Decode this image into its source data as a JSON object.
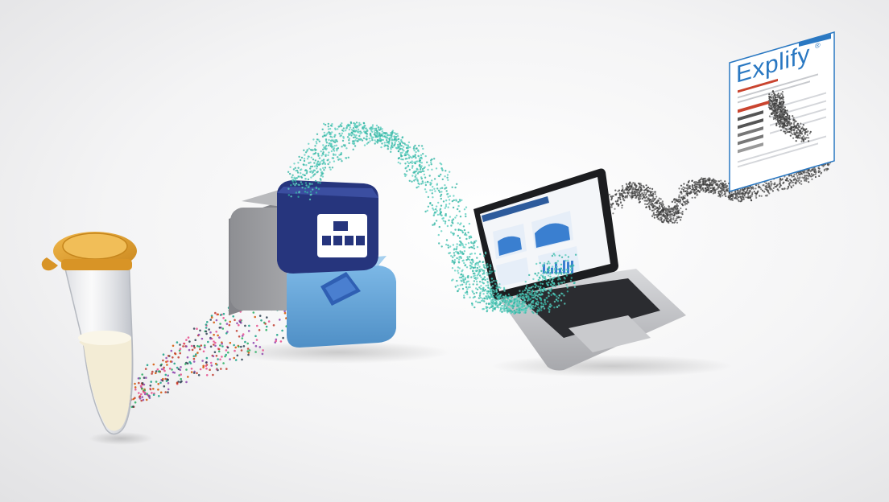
{
  "report": {
    "title": "Explify",
    "mark": "®"
  },
  "colors": {
    "background": "#f2f2f3",
    "tube_cap": "#e3a233",
    "sample_liquid": "#f3ecd5",
    "sequencer_grey": "#9a9b9e",
    "sequencer_navy": "#26357d",
    "sequencer_blue": "#5c9fd6",
    "teal_stream": "#33b5a4",
    "dark_stream": "#4a4a4a",
    "report_accent": "#2a78c2",
    "report_red": "#c9442f"
  },
  "scene": {
    "items": [
      "sample-tube",
      "particle-stream",
      "sequencer",
      "teal-data-stream",
      "laptop",
      "dark-data-stream",
      "report-document"
    ]
  }
}
